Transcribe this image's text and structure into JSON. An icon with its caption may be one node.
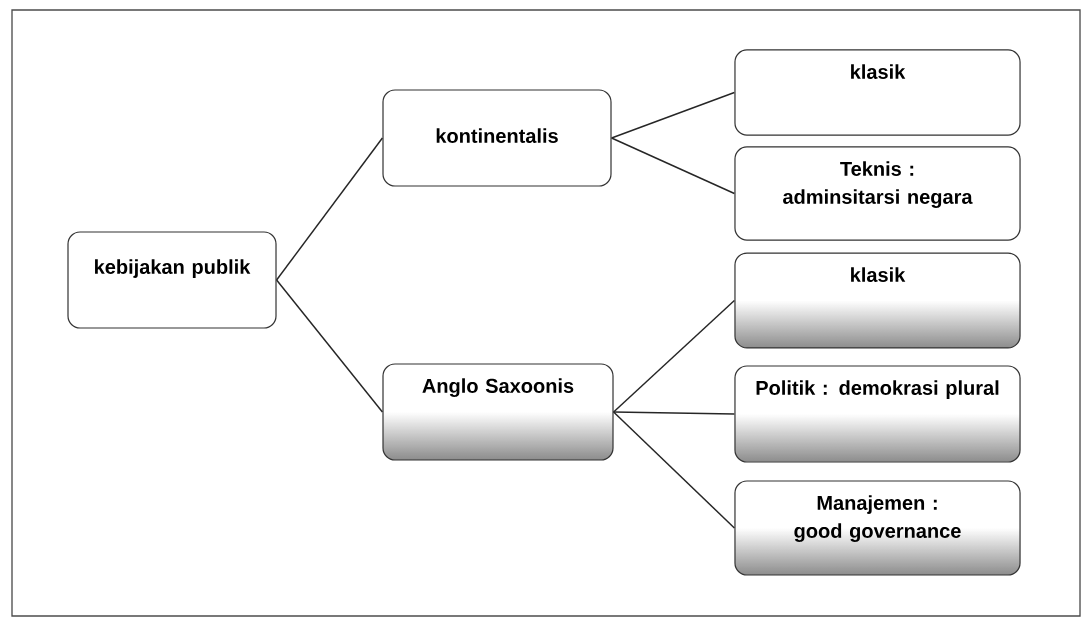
{
  "diagram": {
    "nodes": [
      {
        "text": [
          "kebijakan publik"
        ]
      },
      {
        "text": [
          "kontinentalis"
        ]
      },
      {
        "text": [
          "Anglo Saxoonis"
        ]
      },
      {
        "text": [
          "klasik"
        ]
      },
      {
        "text": [
          "Teknis : adminsitarsi negara"
        ]
      },
      {
        "text": [
          "klasik"
        ]
      },
      {
        "text": [
          "Politik : demokrasi plural"
        ]
      },
      {
        "text": [
          "Manajemen : good governance"
        ]
      }
    ],
    "edges": [
      {
        "from": 0,
        "to": 1,
        "arrow": "none"
      },
      {
        "from": 0,
        "to": 2,
        "arrow": "none"
      },
      {
        "from": 1,
        "to": 3,
        "arrow": "none"
      },
      {
        "from": 1,
        "to": 4,
        "arrow": "none"
      },
      {
        "from": 2,
        "to": 5,
        "arrow": "none"
      },
      {
        "from": 2,
        "to": 6,
        "arrow": "none"
      },
      {
        "from": 2,
        "to": 7,
        "arrow": "none"
      }
    ]
  }
}
